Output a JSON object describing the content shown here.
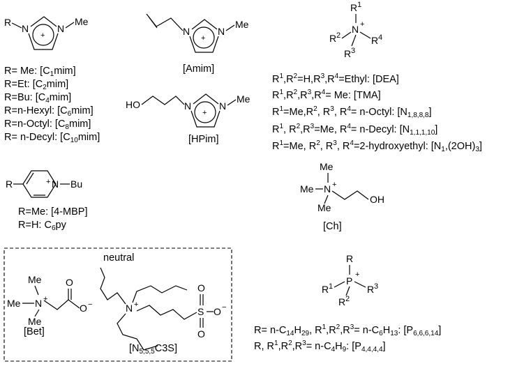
{
  "atoms": {
    "R": "R",
    "N": "N",
    "Me": "Me",
    "plus": "+",
    "minus": "−",
    "O": "O",
    "OH": "OH",
    "HO": "HO",
    "Bu": "Bu",
    "P": "P",
    "S": "S",
    "R1": "R",
    "R2": "R",
    "R3": "R",
    "R4": "R",
    "s1": "1",
    "s2": "2",
    "s3": "3",
    "s4": "4"
  },
  "imidazolium_lines": [
    [
      "R= Me: [C",
      "1",
      "mim]"
    ],
    [
      "R=Et: [C",
      "2",
      "mim]"
    ],
    [
      "R=Bu: [C",
      "4",
      "mim]"
    ],
    [
      "R=n-Hexyl: [C",
      "6",
      "mim]"
    ],
    [
      "R=n-Octyl: [C",
      "8",
      "mim]"
    ],
    [
      "R= n-Decyl: [C",
      "10",
      "mim]"
    ]
  ],
  "amim_label": "[Amim]",
  "hpim_label": "[HPim]",
  "ammonium_lines": [
    {
      "pre": "R",
      "a": "1",
      "b": ",R",
      "c": "2",
      "d": "=H,R",
      "e": "3",
      "f": ",R",
      "g": "4",
      "h": "=Ethyl: [DEA]"
    },
    {
      "pre": "R",
      "a": "1",
      "b": ",R",
      "c": "2",
      "d": ",R",
      "e": "3",
      "f": ",R",
      "g": "4",
      "h": "= Me: [TMA]"
    }
  ],
  "ammonium_line3": {
    "a": "R",
    "b": "1",
    "c": "=Me,R",
    "d": "2",
    "e": ", R",
    "f": "3",
    "g": ", R",
    "h": "4",
    "i": "= n-Octyl: [N",
    "j": "1,8,8,8",
    "k": "]"
  },
  "ammonium_line4": {
    "a": "R",
    "b": "1",
    "c": ", R",
    "d": "2",
    "e": ",R",
    "f": "3",
    "g": "=Me,   R",
    "h": "4",
    "i": "= n-Decyl: [N",
    "j": "1,1,1,10",
    "k": "]"
  },
  "ammonium_line5": {
    "a": "R",
    "b": "1",
    "c": "=Me, R",
    "d": "2",
    "e": ", R",
    "f": "3",
    "g": ", R",
    "h": "4",
    "i": "=2-hydroxyethyl: [N",
    "j": "1",
    "k": ",(2OH)",
    "l": "3",
    "m": "]"
  },
  "pyridinium_lines": [
    {
      "text": "R=Me: [4-MBP]"
    },
    {
      "pre": "R=H: C",
      "sub": "6",
      "post": "py"
    }
  ],
  "ch_label": "[Ch]",
  "neutral_label": "neutral",
  "bet_label": "[Bet]",
  "n555_label": {
    "pre": "[N",
    "sub": "5,5,5",
    "post": "C3S]"
  },
  "phosphonium_line1": {
    "a": "R= n-C",
    "b": "14",
    "c": "H",
    "d": "29",
    "e": ", R",
    "f": "1",
    "g": ",R",
    "h": "2",
    "i": ",R",
    "j": "3",
    "k": "= n-C",
    "l": "6",
    "m": "H",
    "n": "13",
    "o": ": [P",
    "p": "6,6,6,14",
    "q": "]"
  },
  "phosphonium_line2": {
    "a": "R, R",
    "b": "1",
    "c": ",R",
    "d": "2",
    "e": ",R",
    "f": "3",
    "g": "= n-C",
    "h": "4",
    "i": "H",
    "j": "9",
    "k": ": [P",
    "l": "4,4,4,4",
    "m": "]"
  }
}
